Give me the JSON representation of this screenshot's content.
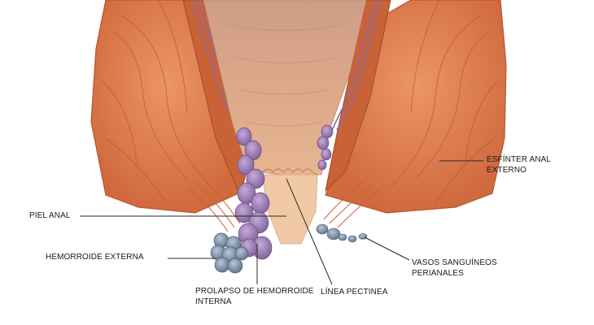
{
  "labels": {
    "piel_anal": "PIEL ANAL",
    "hemorroide_externa": "HEMORROIDE EXTERNA",
    "prolapso": "PROLAPSO DE HEMORROIDE INTERNA",
    "linea_pectinea": "LÍNEA PECTINEA",
    "vasos": "VASOS SANGUÍNEOS PERIANALES",
    "esfinter": "ESFÍNTER ANAL EXTERNO"
  },
  "colors": {
    "muscle": "#e07a4c",
    "muscle_dark": "#b8552e",
    "mucosa": "#dba58a",
    "skin": "#f2c9a6",
    "internal_hemorrhoid": "#9a7cb4",
    "external_hemorrhoid": "#7f92a8",
    "leader_line": "#2a2a2a"
  }
}
